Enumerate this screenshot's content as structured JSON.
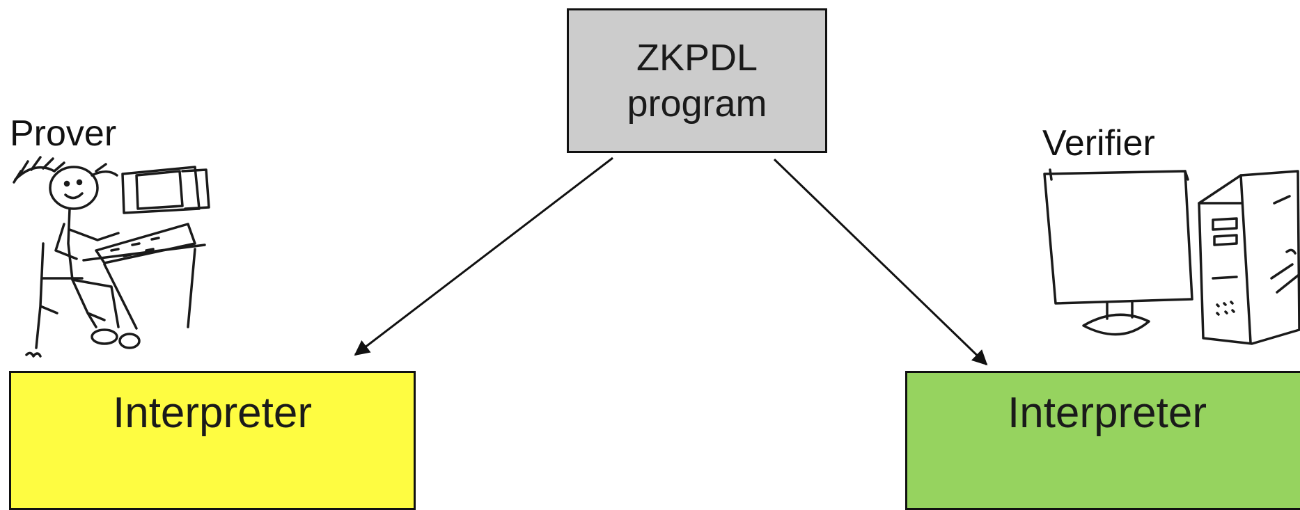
{
  "program": {
    "line1": "ZKPDL",
    "line2": "program"
  },
  "prover": {
    "label": "Prover",
    "interpreter_label": "Interpreter",
    "color": "#fefc41"
  },
  "verifier": {
    "label": "Verifier",
    "interpreter_label": "Interpreter",
    "color": "#96d35f"
  },
  "program_box_color": "#cccccc",
  "icons": {
    "prover_drawing": "person-at-computer-sketch-icon",
    "verifier_drawing": "desktop-computer-sketch-icon"
  }
}
